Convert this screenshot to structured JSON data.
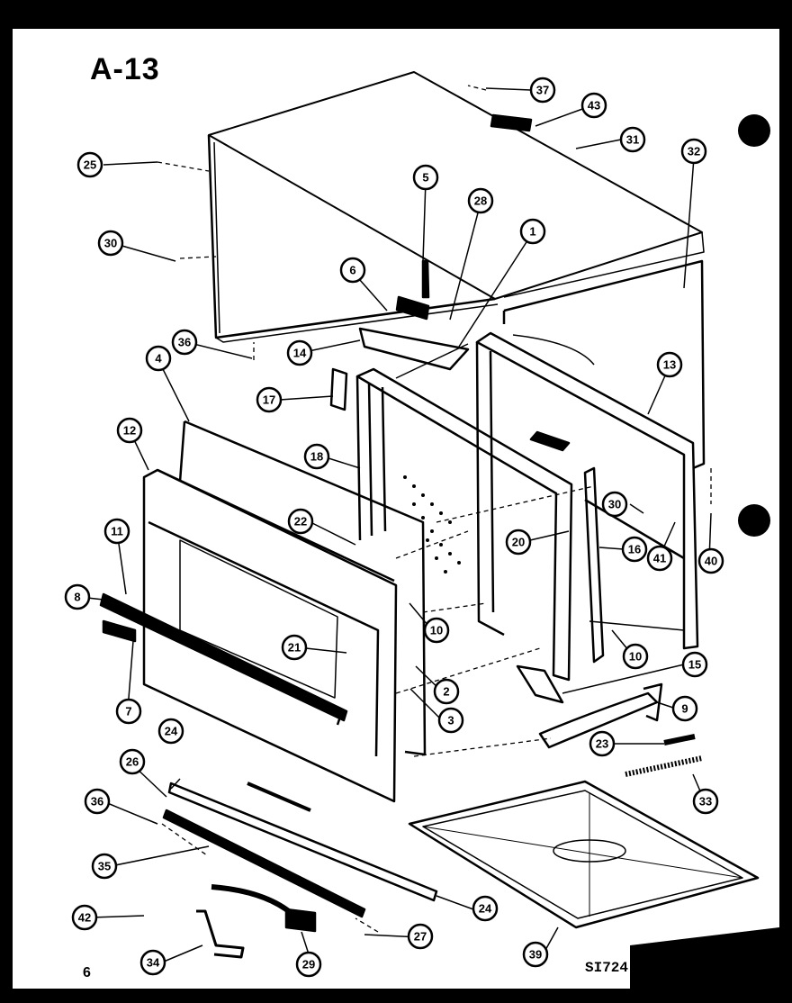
{
  "diagram": {
    "title": "A-13",
    "page_number": "6",
    "doc_code": "SI724",
    "callouts": [
      {
        "id": "c37",
        "label": "37"
      },
      {
        "id": "c43",
        "label": "43"
      },
      {
        "id": "c31",
        "label": "31"
      },
      {
        "id": "c32",
        "label": "32"
      },
      {
        "id": "c25a",
        "label": "25"
      },
      {
        "id": "c5",
        "label": "5"
      },
      {
        "id": "c28",
        "label": "28"
      },
      {
        "id": "c1",
        "label": "1"
      },
      {
        "id": "c30a",
        "label": "30"
      },
      {
        "id": "c6",
        "label": "6"
      },
      {
        "id": "c14",
        "label": "14"
      },
      {
        "id": "c36a",
        "label": "36"
      },
      {
        "id": "c4",
        "label": "4"
      },
      {
        "id": "c13",
        "label": "13"
      },
      {
        "id": "c17",
        "label": "17"
      },
      {
        "id": "c12",
        "label": "12"
      },
      {
        "id": "c18a",
        "label": "18"
      },
      {
        "id": "c30b",
        "label": "30"
      },
      {
        "id": "c11",
        "label": "11"
      },
      {
        "id": "c22",
        "label": "22"
      },
      {
        "id": "c20",
        "label": "20"
      },
      {
        "id": "c16",
        "label": "16"
      },
      {
        "id": "c41",
        "label": "41"
      },
      {
        "id": "c40",
        "label": "40"
      },
      {
        "id": "c8",
        "label": "8"
      },
      {
        "id": "c10a",
        "label": "10"
      },
      {
        "id": "c21",
        "label": "21"
      },
      {
        "id": "c10b",
        "label": "10"
      },
      {
        "id": "c2",
        "label": "2"
      },
      {
        "id": "c15",
        "label": "15"
      },
      {
        "id": "c7",
        "label": "7"
      },
      {
        "id": "c3",
        "label": "3"
      },
      {
        "id": "c9",
        "label": "9"
      },
      {
        "id": "c23",
        "label": "23"
      },
      {
        "id": "c24a",
        "label": "24"
      },
      {
        "id": "c26",
        "label": "26"
      },
      {
        "id": "c33",
        "label": "33"
      },
      {
        "id": "c36b",
        "label": "36"
      },
      {
        "id": "c35",
        "label": "35"
      },
      {
        "id": "c42",
        "label": "42"
      },
      {
        "id": "c24b",
        "label": "24"
      },
      {
        "id": "c27",
        "label": "27"
      },
      {
        "id": "c34",
        "label": "34"
      },
      {
        "id": "c29",
        "label": "29"
      },
      {
        "id": "c39",
        "label": "39"
      }
    ]
  }
}
